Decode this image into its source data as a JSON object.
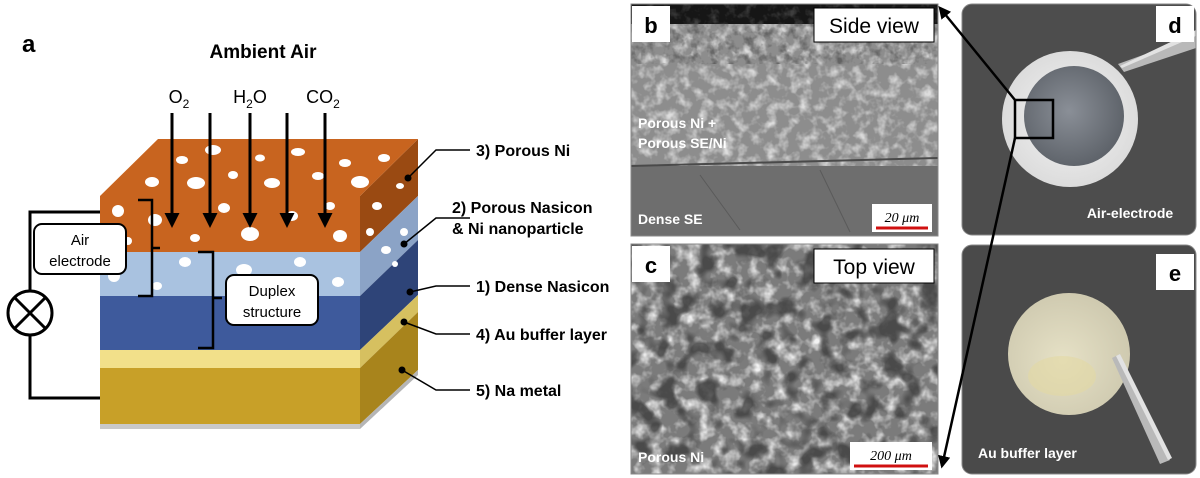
{
  "panel_a": {
    "letter": "a",
    "title": "Ambient Air",
    "gases": [
      {
        "base": "O",
        "sub": "2"
      },
      {
        "base": "H",
        "sub": "2",
        "tail": "O"
      },
      {
        "base": "CO",
        "sub": "2"
      }
    ],
    "callouts": {
      "air_electrode": [
        "Air",
        "electrode"
      ],
      "duplex": [
        "Duplex",
        "structure"
      ]
    },
    "labels": {
      "porous_ni": "3) Porous Ni",
      "porous_nasicon_1": "2) Porous Nasicon",
      "porous_nasicon_2": "& Ni nanoparticle",
      "dense_nasicon": "1) Dense Nasicon",
      "au_buffer": "4) Au buffer layer",
      "na_metal": "5) Na metal"
    }
  },
  "panel_b": {
    "letter": "b",
    "view": "Side view",
    "label_top_1": "Porous Ni +",
    "label_top_2": "Porous SE/Ni",
    "label_bottom": "Dense SE",
    "scale": "20 μm"
  },
  "panel_c": {
    "letter": "c",
    "view": "Top view",
    "label": "Porous Ni",
    "scale": "200 μm"
  },
  "panel_d": {
    "letter": "d",
    "label": "Air-electrode"
  },
  "panel_e": {
    "letter": "e",
    "label": "Au buffer layer"
  },
  "colors": {
    "porous_ni": "#c8641f",
    "porous_nasicon": "#a9c2e0",
    "dense_nasicon": "#3e5a9c",
    "au_buffer": "#f2e08a",
    "na_metal": "#c8a028",
    "scale_bar": "#d01010"
  }
}
